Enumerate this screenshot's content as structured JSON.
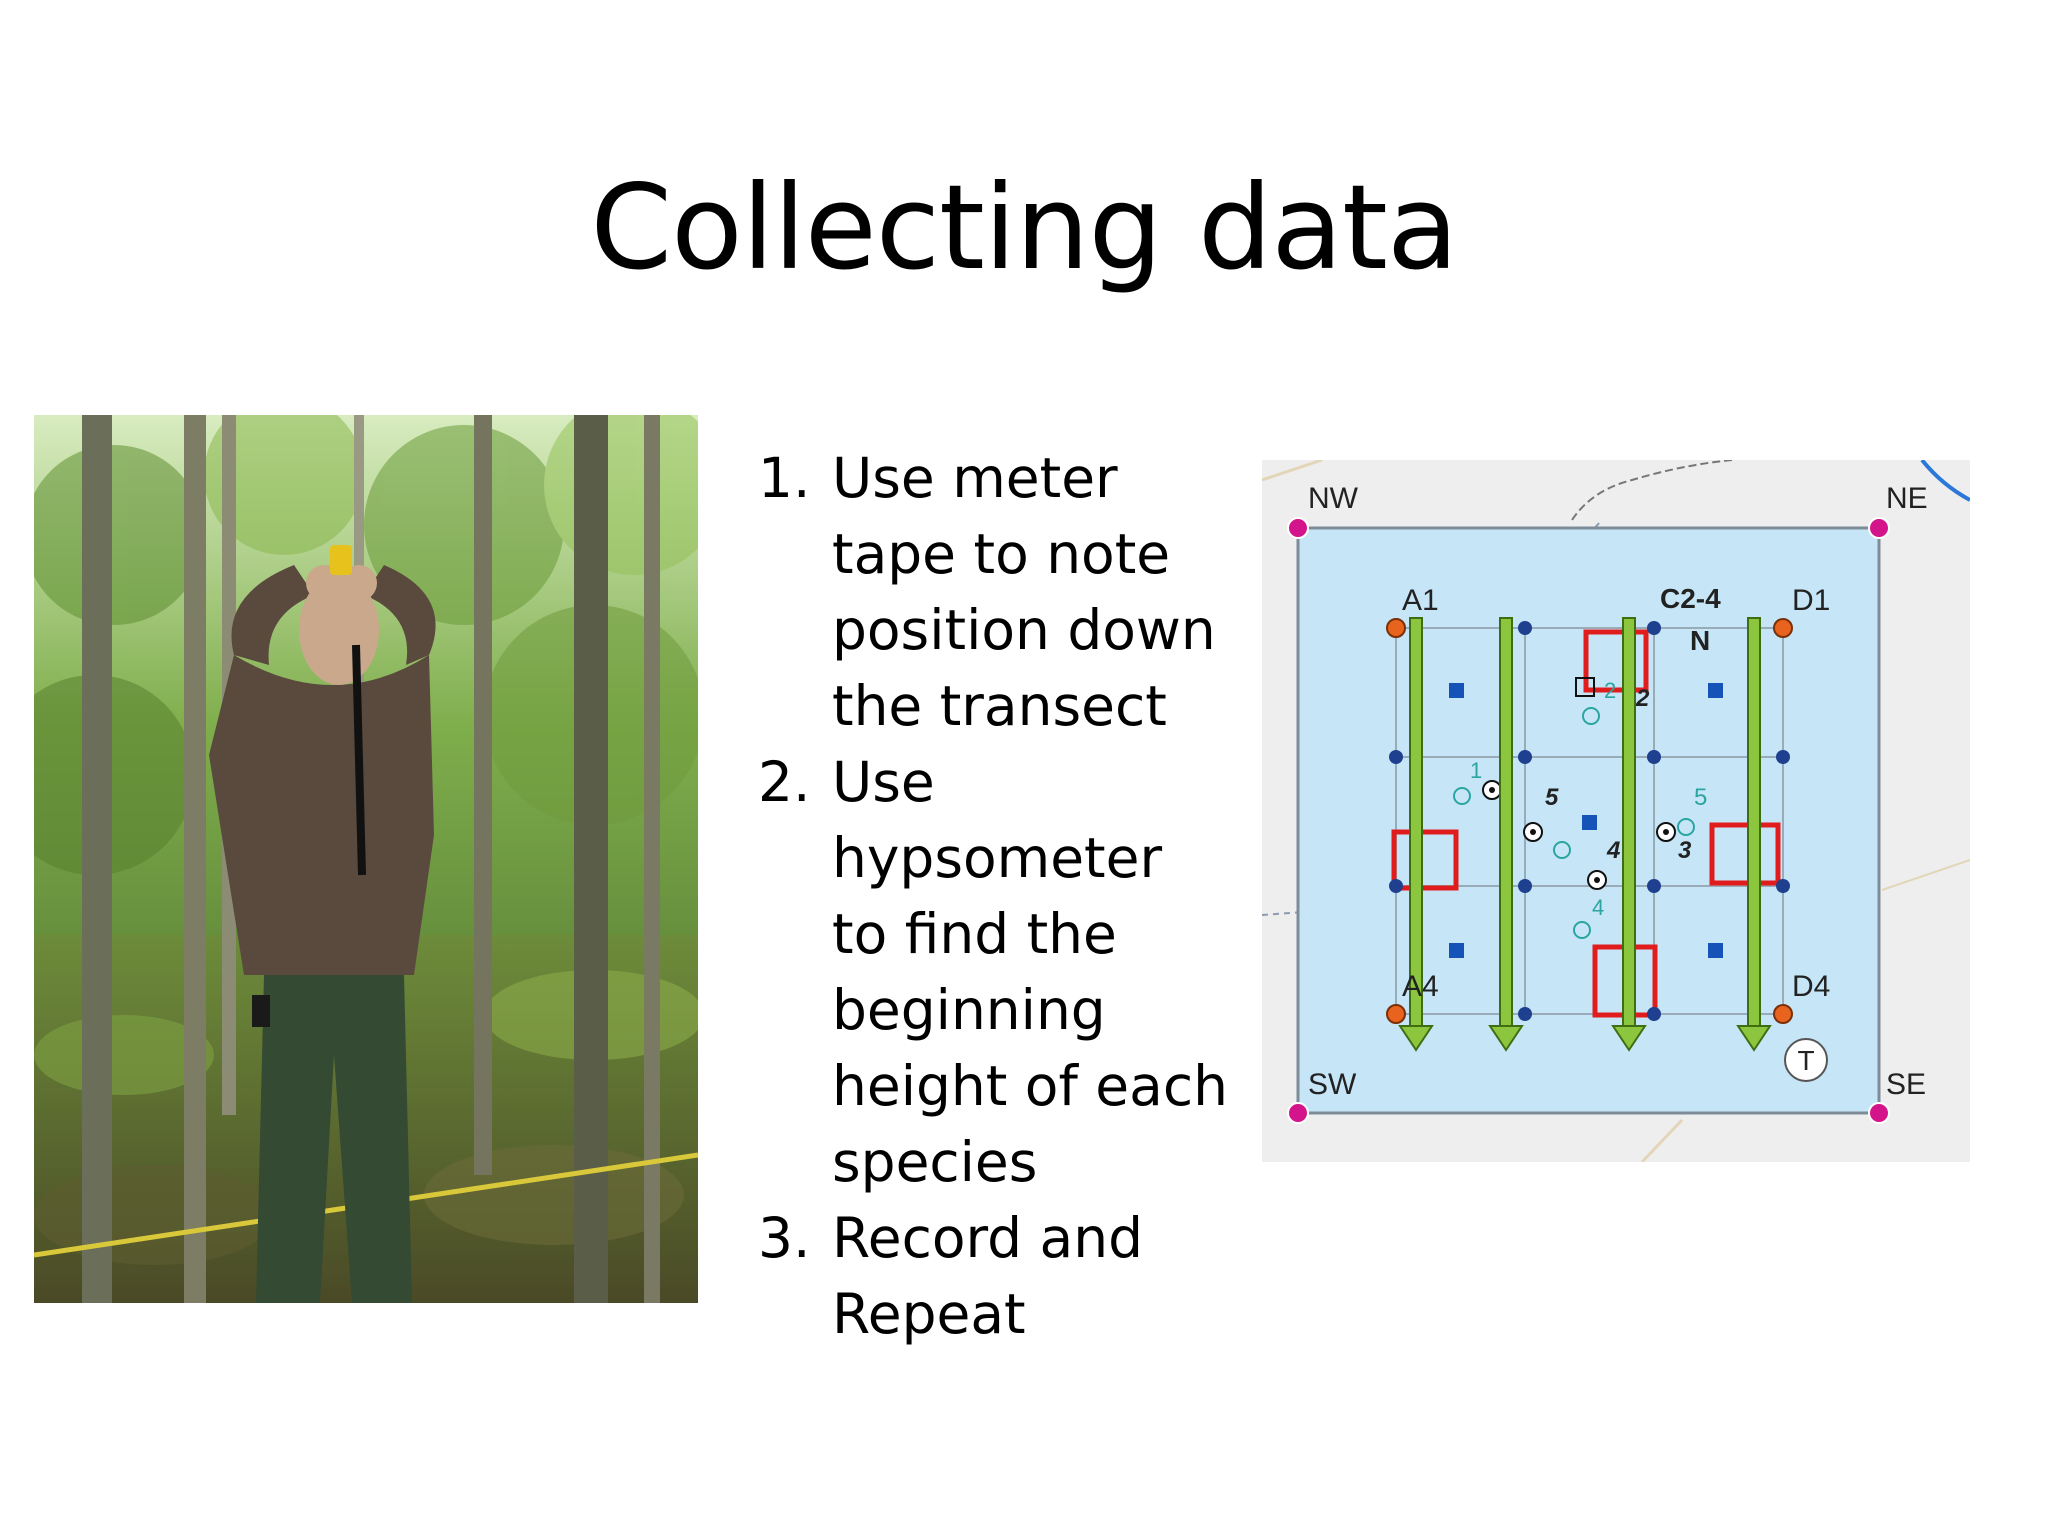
{
  "slide": {
    "title": "Collecting data"
  },
  "steps": [
    {
      "number": "1.",
      "lines": [
        "Use meter",
        "tape to note",
        "position down",
        "the transect"
      ]
    },
    {
      "number": "2.",
      "lines": [
        "Use",
        "hypsometer",
        "to find the",
        "beginning",
        "height of each",
        "species"
      ]
    },
    {
      "number": "3.",
      "lines": [
        "Record and",
        "Repeat"
      ]
    }
  ],
  "plot_map": {
    "corner_labels": {
      "nw": "NW",
      "ne": "NE",
      "sw": "SW",
      "se": "SE"
    },
    "grid_labels": {
      "a1": "A1",
      "c24": "C2-4",
      "d1": "D1",
      "a4": "A4",
      "d4": "D4",
      "n": "N"
    },
    "tree_numbers_bold": [
      "5",
      "4",
      "3",
      "2"
    ],
    "tree_numbers_teal": [
      "1",
      "2",
      "5",
      "4"
    ],
    "marker_letter": "T",
    "colors": {
      "plot_fill": "#c6e6f8",
      "corner_marker": "#d4148a",
      "grid_marker": "#e8641e",
      "node_marker": "#1f3f8f",
      "square_marker": "#1553b8",
      "quadrat": "#e01c1c",
      "arrow": "#8cc63f"
    }
  }
}
